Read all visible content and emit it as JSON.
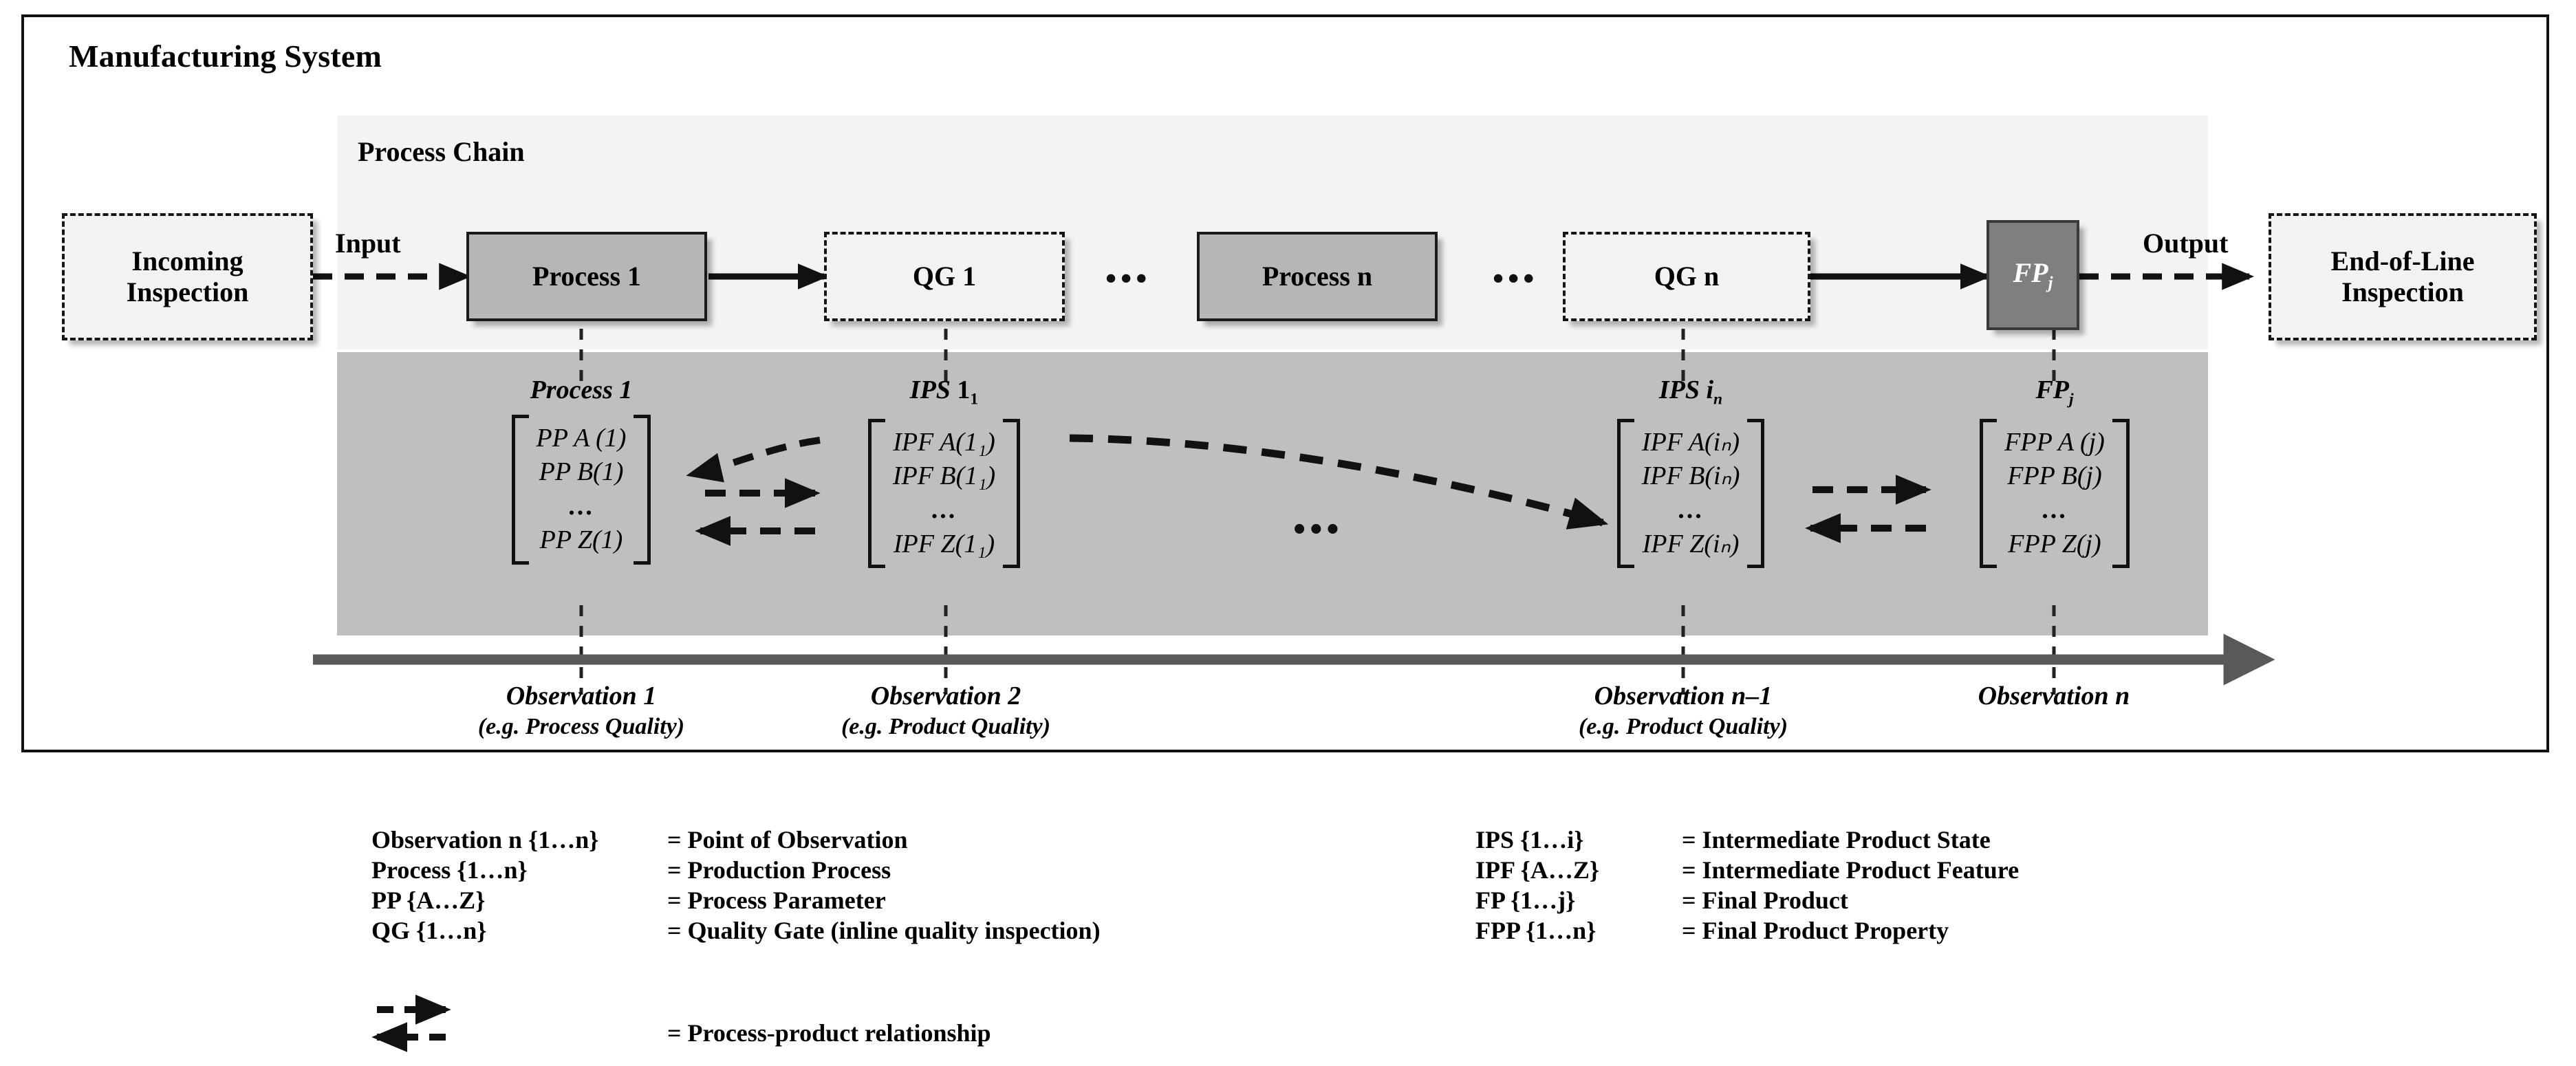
{
  "system": {
    "title": "Manufacturing System"
  },
  "process_chain": {
    "title": "Process Chain",
    "input_label": "Input",
    "output_label": "Output",
    "incoming_inspection": "Incoming\nInspection",
    "incoming_inspection_line1": "Incoming",
    "incoming_inspection_line2": "Inspection",
    "end_of_line_line1": "End-of-Line",
    "end_of_line_line2": "Inspection",
    "nodes": [
      {
        "id": "process-1",
        "label": "Process 1",
        "style": "solid"
      },
      {
        "id": "qg-1",
        "label": "QG 1",
        "style": "dashed"
      },
      {
        "id": "process-n",
        "label": "Process n",
        "style": "solid"
      },
      {
        "id": "qg-n",
        "label": "QG n",
        "style": "dashed"
      },
      {
        "id": "fp-j",
        "label": "FP",
        "sub": "j",
        "style": "dark"
      }
    ],
    "ellipsis": "•••"
  },
  "matrices": [
    {
      "id": "process-1-matrix",
      "title_main": "Process",
      "title_index": "1",
      "title_sub": "",
      "rows": [
        "PP A (1)",
        "PP B(1)",
        "...",
        "PP Z(1)"
      ]
    },
    {
      "id": "ips-1-matrix",
      "title_main": "IPS",
      "title_index": "1",
      "title_sub": "1",
      "rows": [
        "IPF A(1",
        "IPF B(1",
        "...",
        "IPF Z(1"
      ],
      "rows_full": [
        "IPF A(1₁)",
        "IPF B(1₁)",
        "...",
        "IPF Z(1₁)"
      ]
    },
    {
      "id": "ips-in-matrix",
      "title_main": "IPS",
      "title_index": "i",
      "title_sub": "n",
      "rows_full": [
        "IPF A(iₙ)",
        "IPF B(iₙ)",
        "...",
        "IPF Z(iₙ)"
      ]
    },
    {
      "id": "fp-j-matrix",
      "title_main": "FP",
      "title_index": "",
      "title_sub": "j",
      "rows_full": [
        "FPP A (j)",
        "FPP B(j)",
        "...",
        "FPP Z(j)"
      ]
    }
  ],
  "matrix_center_ellipsis": "•••",
  "observations": [
    {
      "name": "Observation 1",
      "example": "(e.g. Process Quality)"
    },
    {
      "name": "Observation 2",
      "example": "(e.g. Product Quality)"
    },
    {
      "name": "Observation n–1",
      "example": "(e.g. Product Quality)"
    },
    {
      "name": "Observation n",
      "example": ""
    }
  ],
  "legend": {
    "left": [
      {
        "key": "Observation n {1…n}",
        "value": "= Point of Observation"
      },
      {
        "key": "Process {1…n}",
        "value": "= Production Process"
      },
      {
        "key": "PP {A…Z}",
        "value": "= Process Parameter"
      },
      {
        "key": "QG {1…n}",
        "value": "= Quality Gate (inline quality inspection)"
      }
    ],
    "right": [
      {
        "key": "IPS {1…i}",
        "value": "= Intermediate Product State"
      },
      {
        "key": "IPF {A…Z}",
        "value": "= Intermediate Product Feature"
      },
      {
        "key": "FP {1…j}",
        "value": "= Final Product"
      },
      {
        "key": "FPP {1…n}",
        "value": "= Final Product Property"
      }
    ],
    "relationship": {
      "key": "",
      "value": "= Process-product relationship"
    }
  },
  "colors": {
    "band_light": "#f3f3f3",
    "band_dark": "#bfbfbf",
    "node_solid": "#b6b6b6",
    "node_dark": "#7f7f7f",
    "timeline": "#595959",
    "stroke": "#111111"
  }
}
